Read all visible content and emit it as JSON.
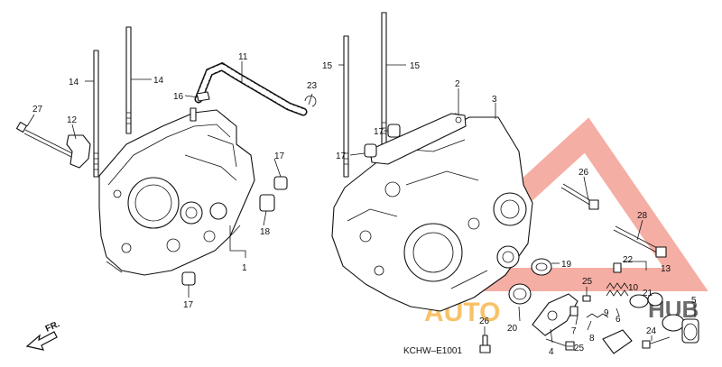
{
  "diagram_code": "KCHW–E1001",
  "front_marker": "FR.",
  "watermark": {
    "left": "AUTO",
    "right": "HUB",
    "color": "#f08070",
    "orange": "#f5a623"
  },
  "parts": {
    "p1": "1",
    "p2": "2",
    "p3": "3",
    "p4": "4",
    "p5": "5",
    "p6": "6",
    "p7": "7",
    "p8": "8",
    "p9": "9",
    "p10": "10",
    "p11": "11",
    "p12": "12",
    "p13": "13",
    "p14a": "14",
    "p14b": "14",
    "p15a": "15",
    "p15b": "15",
    "p16": "16",
    "p17a": "17",
    "p17b": "17",
    "p17c": "17",
    "p17d": "17",
    "p18": "18",
    "p19": "19",
    "p20": "20",
    "p21": "21",
    "p22": "22",
    "p23": "23",
    "p24": "24",
    "p25a": "25",
    "p25b": "25",
    "p26a": "26",
    "p26b": "26",
    "p27": "27",
    "p28": "28"
  }
}
